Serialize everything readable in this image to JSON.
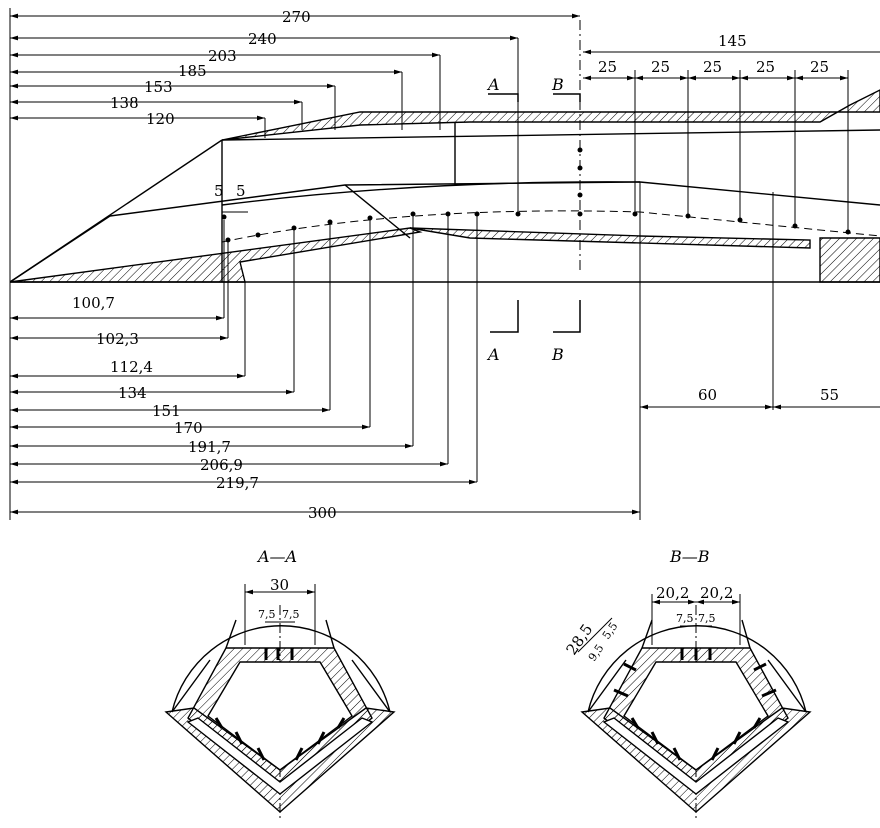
{
  "top_dims": [
    "270",
    "240",
    "203",
    "185",
    "153",
    "138",
    "120"
  ],
  "right_dims": [
    "145",
    "25",
    "25",
    "25",
    "25",
    "25"
  ],
  "cut_labels": [
    "A",
    "B",
    "A",
    "B"
  ],
  "small_dims": [
    "5",
    "5"
  ],
  "bottom_dims": [
    "100,7",
    "102,3",
    "112,4",
    "134",
    "151",
    "170",
    "191,7",
    "206,9",
    "219,7",
    "300"
  ],
  "right_bottom_dims": [
    "60",
    "55"
  ],
  "section_a": {
    "title": "A—A",
    "width": "30",
    "half1": "7,5",
    "half2": "7,5"
  },
  "section_b": {
    "title": "B—B",
    "left": "20,2",
    "right": "20,2",
    "half1": "7,5",
    "half2": "7,5",
    "slant": "28,5",
    "slant_small": "9,5",
    "slant_small2": "5,5"
  }
}
